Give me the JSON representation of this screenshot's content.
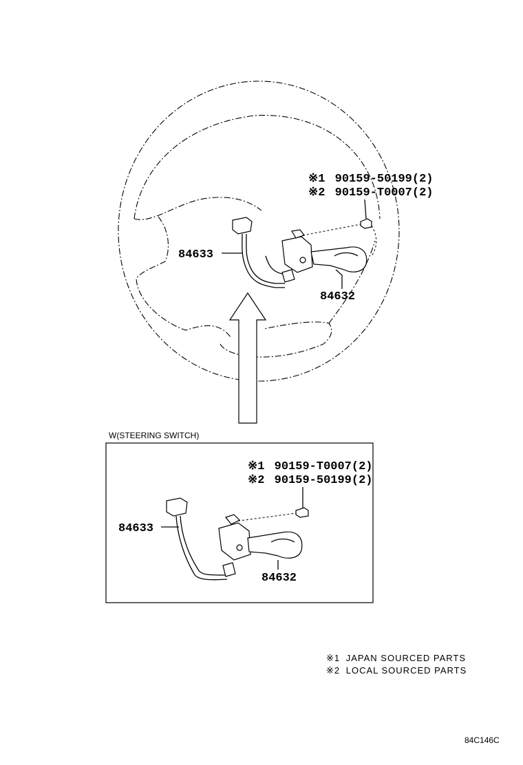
{
  "main_view": {
    "callouts": [
      {
        "mark": "※1",
        "part": "90159-50199(2)"
      },
      {
        "mark": "※2",
        "part": "90159-T0007(2)"
      }
    ],
    "wire_harness_label": "84633",
    "switch_label": "84632"
  },
  "detail_box": {
    "title": "W(STEERING SWITCH)",
    "callouts": [
      {
        "mark": "※1",
        "part": "90159-T0007(2)"
      },
      {
        "mark": "※2",
        "part": "90159-50199(2)"
      }
    ],
    "wire_harness_label": "84633",
    "switch_label": "84632"
  },
  "legend": [
    {
      "mark": "※1",
      "text": "JAPAN SOURCED PARTS"
    },
    {
      "mark": "※2",
      "text": "LOCAL SOURCED PARTS"
    }
  ],
  "diagram_code": "84C146C"
}
